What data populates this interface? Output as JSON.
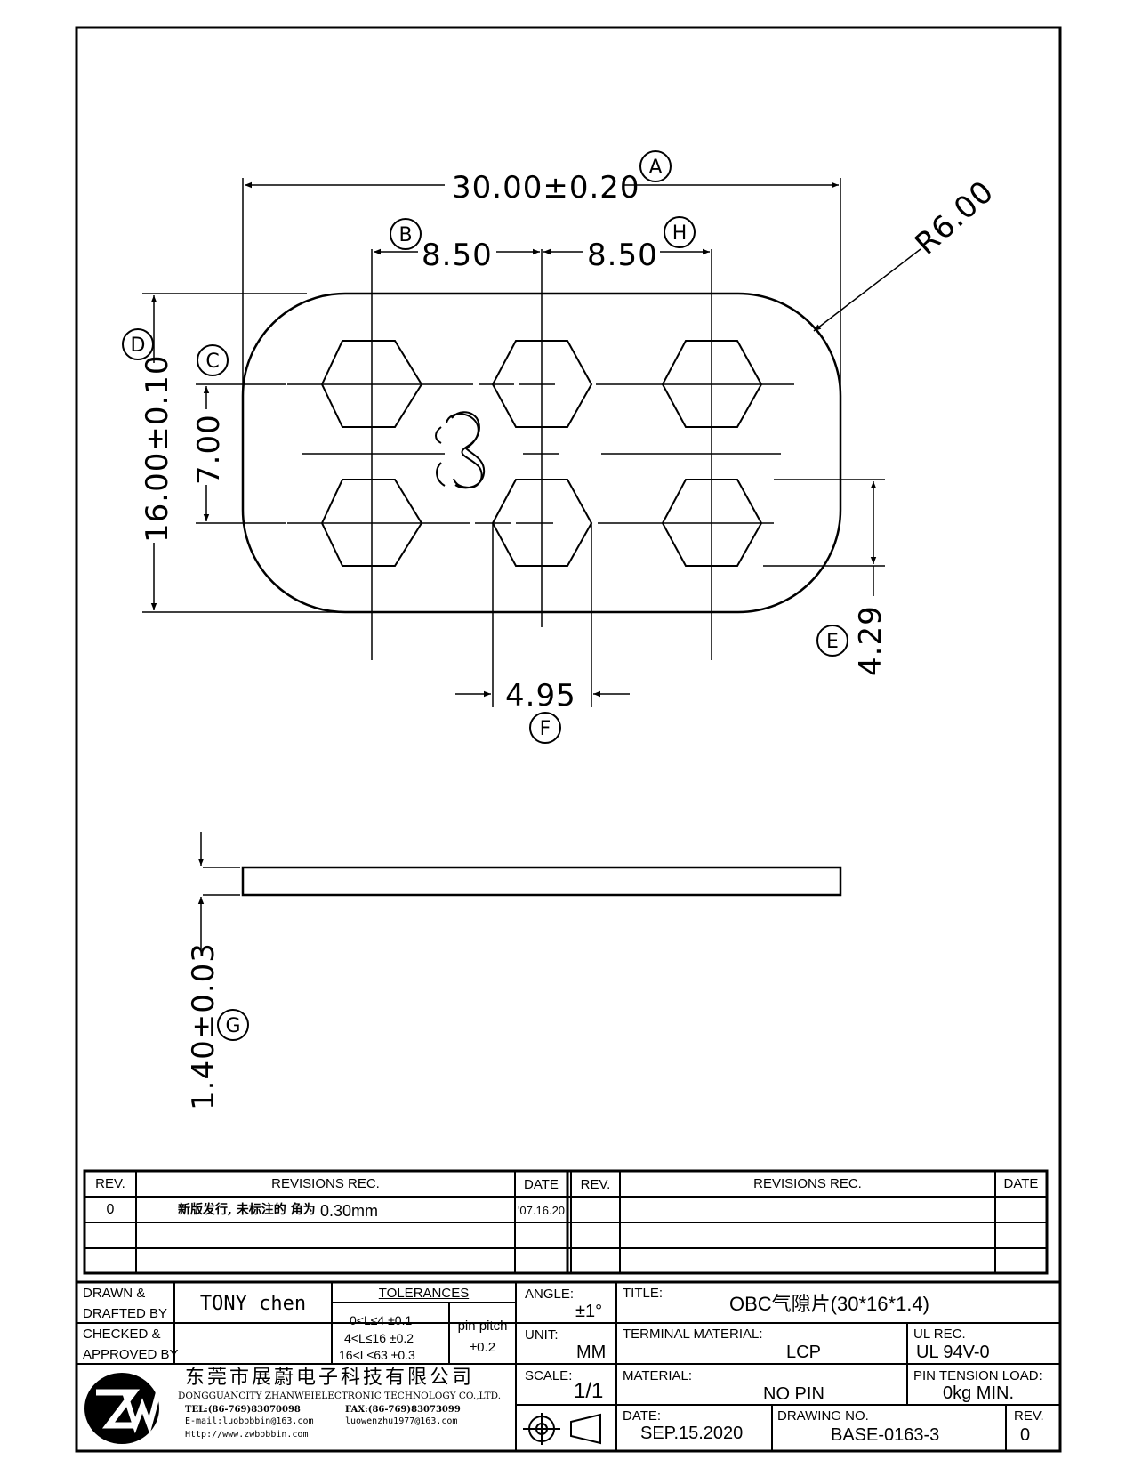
{
  "drawing": {
    "dim_overall_length": "30.00±0.20",
    "dim_radius": "R6.00",
    "dim_pitch_left": "8.50",
    "dim_pitch_right": "8.50",
    "dim_overall_width": "16.00±0.10",
    "dim_row_pitch": "7.00",
    "dim_edge_offset": "4.29",
    "dim_hex_width": "4.95",
    "dim_thickness": "1.40±0.03",
    "marking_text": "3",
    "bubbles": {
      "a": "A",
      "b": "B",
      "c": "C",
      "d": "D",
      "e": "E",
      "f": "F",
      "g": "G",
      "h": "H"
    }
  },
  "revisions": {
    "headers": {
      "rev": "REV.",
      "rec": "REVISIONS  REC.",
      "date": "DATE"
    },
    "rows": [
      {
        "rev": "0",
        "rec_cn": "新版发行, 未标注的 角为",
        "rec_value": "0.30mm",
        "date": "'07.16.20"
      }
    ]
  },
  "title_block": {
    "drawn_label_1": "DRAWN &",
    "drawn_label_2": "DRAFTED BY",
    "drawn_by": "TONY chen",
    "checked_label_1": "CHECKED &",
    "checked_label_2": "APPROVED BY",
    "tolerances_label": "TOLERANCES",
    "tol_rows": [
      "0<L≤4   ±0.1",
      "4<L≤16  ±0.2",
      "16<L≤63  ±0.3"
    ],
    "pin_pitch_label": "pin pitch",
    "pin_pitch_value": "±0.2",
    "angle_label": "ANGLE:",
    "angle_value": "±1°",
    "unit_label": "UNIT:",
    "unit_value": "MM",
    "scale_label": "SCALE:",
    "scale_value": "1/1",
    "title_label": "TITLE:",
    "title_value": "OBC气隙片(30*16*1.4)",
    "terminal_label": "TERMINAL MATERIAL:",
    "terminal_value": "LCP",
    "ul_label": "UL REC.",
    "ul_value": "UL 94V-0",
    "material_label": "MATERIAL:",
    "material_value": "NO PIN",
    "pin_tension_label": "PIN TENSION LOAD:",
    "pin_tension_value": "0kg MIN.",
    "date_label": "DATE:",
    "date_value": "SEP.15.2020",
    "drawing_no_label": "DRAWING NO.",
    "drawing_no_value": "BASE-0163-3",
    "rev_label": "REV.",
    "rev_value": "0"
  },
  "company": {
    "logo_text": "ZW",
    "name_cn": "东莞市展蔚电子科技有限公司",
    "name_en": "DONGGUANCITY ZHANWEIELECTRONIC TECHNOLOGY CO.,LTD.",
    "tel": "TEL:(86-769)83070098",
    "fax": "FAX:(86-769)83073099",
    "email1": "E-mail:luobobbin@163.com",
    "email2": "luowenzhu1977@163.com",
    "web": "Http://www.zwbobbin.com"
  }
}
